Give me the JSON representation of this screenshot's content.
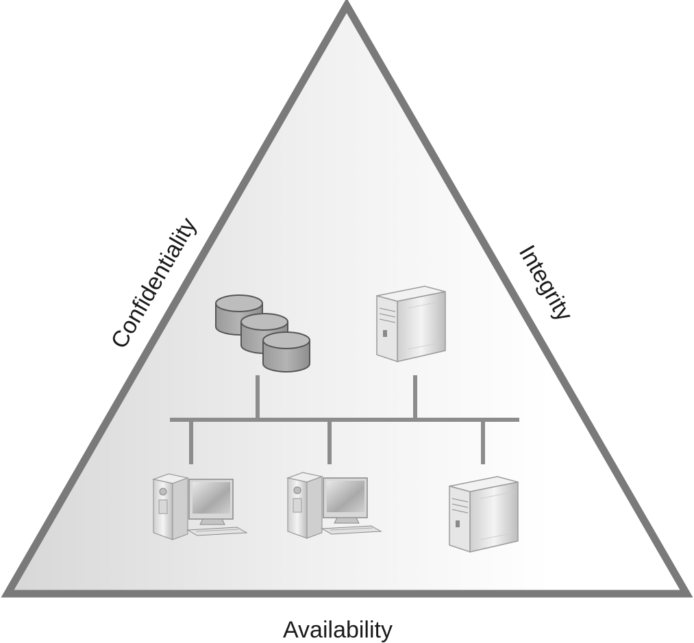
{
  "labels": {
    "left_side": "Confidentiality",
    "right_side": "Integrity",
    "bottom_side": "Availability"
  },
  "devices": [
    {
      "type": "database-stack-icon"
    },
    {
      "type": "server-tower-icon"
    },
    {
      "type": "desktop-computer-icon"
    },
    {
      "type": "desktop-computer-icon"
    },
    {
      "type": "server-tower-icon"
    }
  ],
  "colors": {
    "triangle_stroke": "#7a7a7a",
    "network_line": "#8c8c8c"
  }
}
